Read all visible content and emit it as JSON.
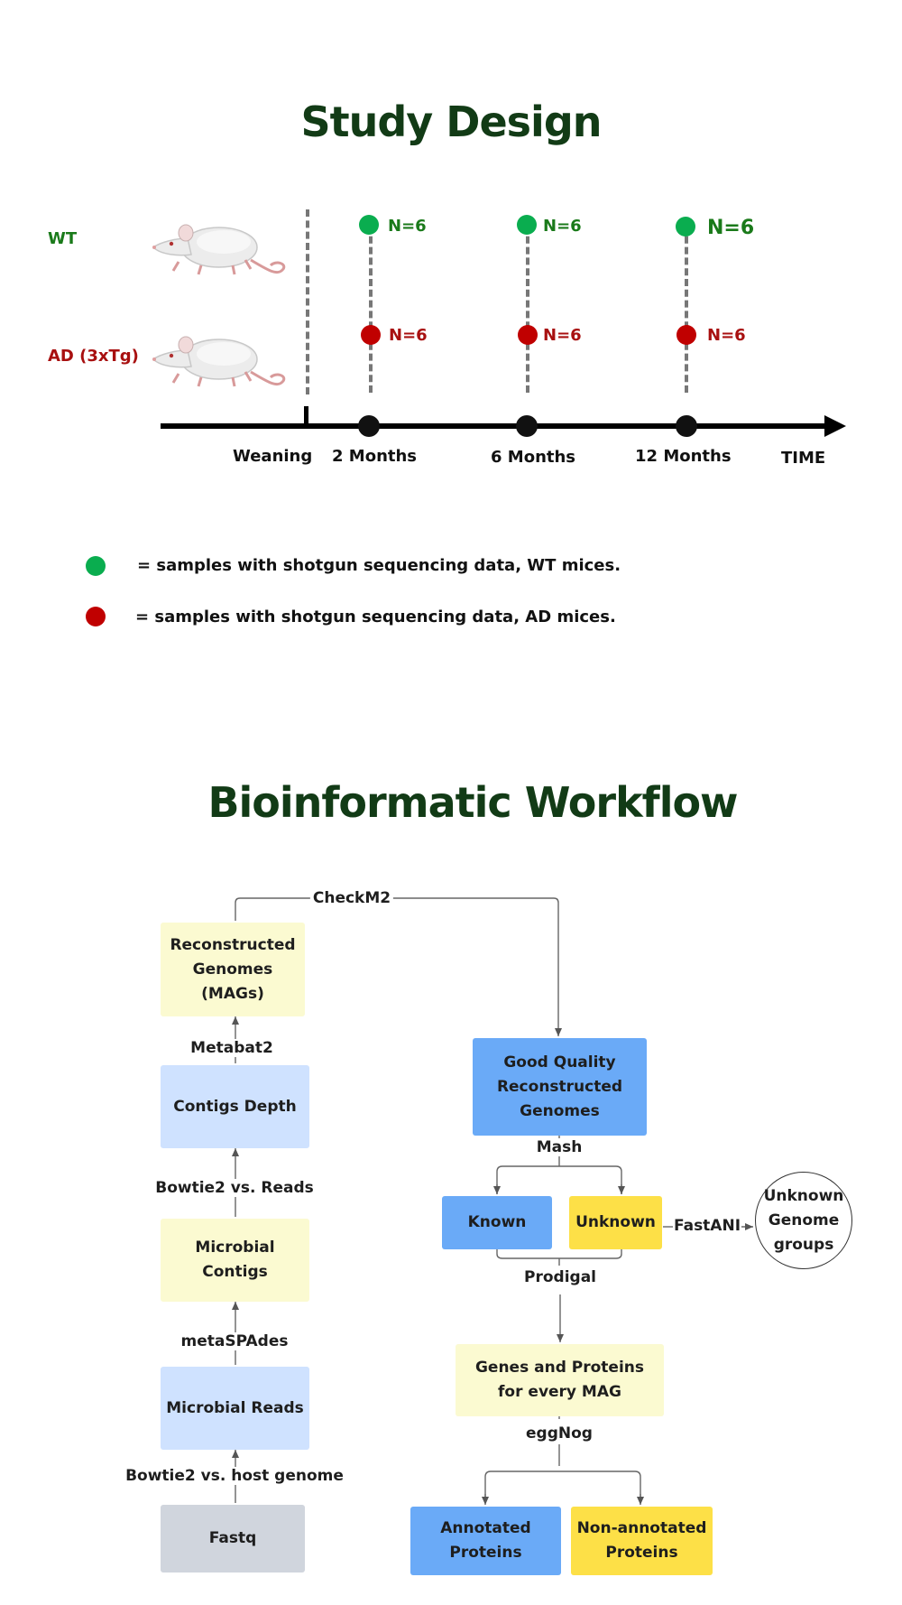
{
  "study": {
    "title": "Study Design",
    "groups": {
      "wt": "WT",
      "ad": "AD (3xTg)"
    },
    "timeline": {
      "weaning": "Weaning",
      "m2": "2 Months",
      "m6": "6 Months",
      "m12": "12 Months",
      "time": "TIME"
    },
    "samples": {
      "wt_2": "N=6",
      "wt_6": "N=6",
      "wt_12": "N=6",
      "ad_2": "N=6",
      "ad_6": "N=6",
      "ad_12": "N=6"
    },
    "legend": {
      "green_text": "= samples with shotgun sequencing data, WT mices.",
      "red_text": "= samples with shotgun sequencing data, AD mices."
    },
    "colors": {
      "wt_dot": "#0aad4f",
      "ad_dot": "#c00000",
      "title": "#123b16"
    }
  },
  "workflow": {
    "title": "Bioinformatic Workflow",
    "boxes": {
      "fastq": "Fastq",
      "microbial_reads": "Microbial Reads",
      "microbial_contigs": "Microbial Contigs",
      "contigs_depth": "Contigs Depth",
      "mags": "Reconstructed Genomes (MAGs)",
      "good_quality": "Good Quality Reconstructed Genomes",
      "known": "Known",
      "unknown": "Unknown",
      "unknown_groups": "Unknown Genome groups",
      "genes_proteins": "Genes and Proteins for every MAG",
      "annotated": "Annotated Proteins",
      "non_annotated": "Non-annotated Proteins"
    },
    "steps": {
      "bowtie_host": "Bowtie2 vs. host genome",
      "metaspades": "metaSPAdes",
      "bowtie_reads": "Bowtie2 vs. Reads",
      "metabat": "Metabat2",
      "checkm": "CheckM2",
      "mash": "Mash",
      "fastani": "FastANI",
      "prodigal": "Prodigal",
      "eggnog": "eggNog"
    }
  }
}
